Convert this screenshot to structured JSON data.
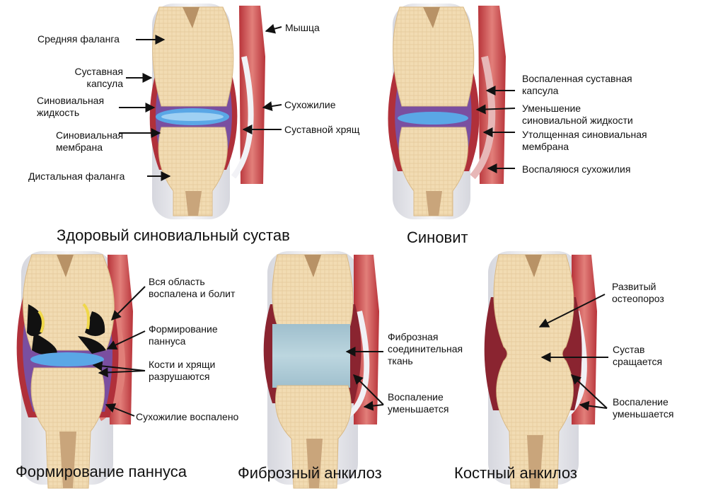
{
  "panels": {
    "healthy": {
      "caption": "Здоровый синовиальный сустав",
      "labels": {
        "middle_phalanx": "Средняя фаланга",
        "joint_capsule": "Суставная\nкапсула",
        "synovial_fluid": "Синовиальная\nжидкость",
        "synovial_membrane": "Синовиальная\nмембрана",
        "distal_phalanx": "Дистальная фаланга",
        "muscle": "Мышца",
        "tendon": "Сухожилие",
        "cartilage": "Суставной хрящ"
      }
    },
    "synovitis": {
      "caption": "Синовит",
      "labels": {
        "inflamed_capsule": "Воспаленная суставная\nкапсула",
        "reduced_fluid": "Уменьшение\nсиновиальной жидкости",
        "thickened_membrane": "Утолщенная синовиальная\nмембрана",
        "inflamed_tendons": "Воспаляюся сухожилия"
      }
    },
    "pannus": {
      "caption": "Формирование паннуса",
      "labels": {
        "whole_area": "Вся область\nвоспалена и болит",
        "pannus_forming": "Формирование\nпаннуса",
        "bones_destroyed": "Кости и хрящи\nразрушаются",
        "tendon_inflamed": "Сухожилие воспалено"
      }
    },
    "fibrous": {
      "caption": "Фиброзный анкилоз",
      "labels": {
        "fibrous_tissue": "Фиброзная\nсоединительная\nткань",
        "inflammation_decreasing": "Воспаление\nуменьшается"
      }
    },
    "bony": {
      "caption": "Костный анкилоз",
      "labels": {
        "osteoporosis": "Развитый\nостеопороз",
        "joint_fuses": "Сустав\nсращается",
        "inflammation_decreasing": "Воспаление\nуменьшается"
      }
    }
  },
  "colors": {
    "bone": "#f2dcb3",
    "bone_edge": "#d9b986",
    "skin": "#e9e9ee",
    "capsule_red": "#b0303a",
    "membrane_purple": "#7a4fa0",
    "fluid_blue": "#5aa7e6",
    "muscle_red": "#c9464a",
    "fibrous_blue": "#a9c7d4",
    "pannus_black": "#111111",
    "pannus_yellow": "#f0d84a"
  }
}
